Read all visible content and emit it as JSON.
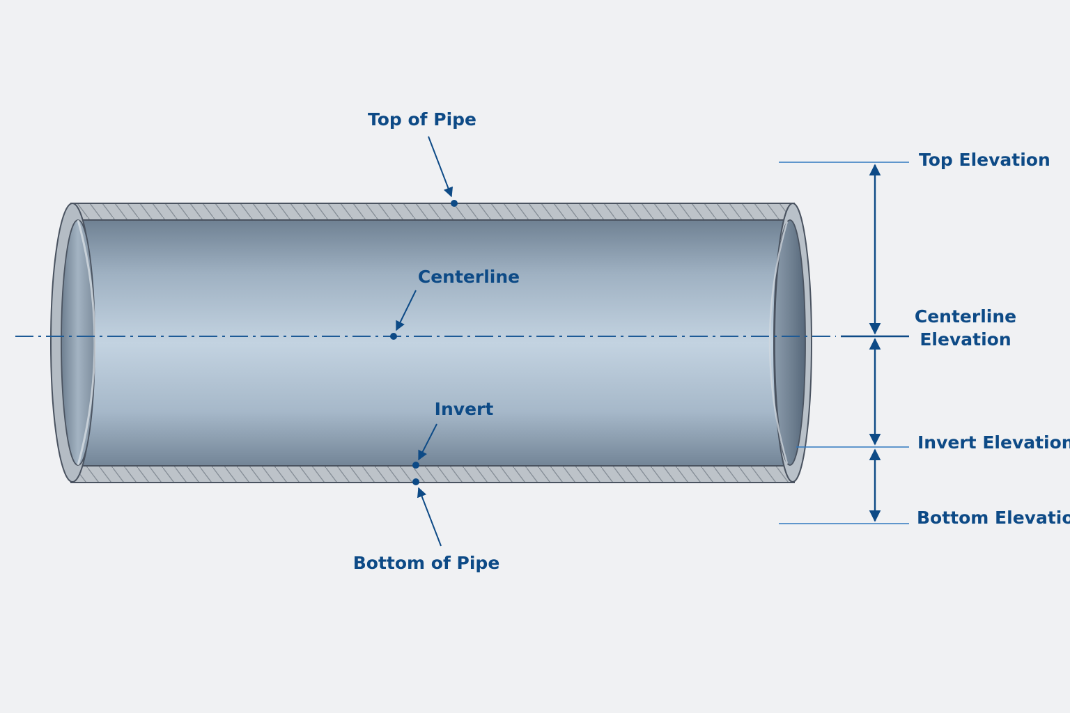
{
  "labels": {
    "top_of_pipe": "Top of Pipe",
    "centerline": "Centerline",
    "invert": "Invert",
    "bottom_of_pipe": "Bottom of Pipe",
    "top_elevation": "Top Elevation",
    "centerline_elevation_line1": "Centerline",
    "centerline_elevation_line2": "Elevation",
    "invert_elevation": "Invert Elevation",
    "bottom_elevation": "Bottom Elevation"
  },
  "colors": {
    "background": "#f0f1f3",
    "label_blue": "#0d4a86",
    "dimension_blue": "#2f78c0",
    "pipe_outline": "#4a5360",
    "pipe_wall": "#b9bfc6"
  }
}
